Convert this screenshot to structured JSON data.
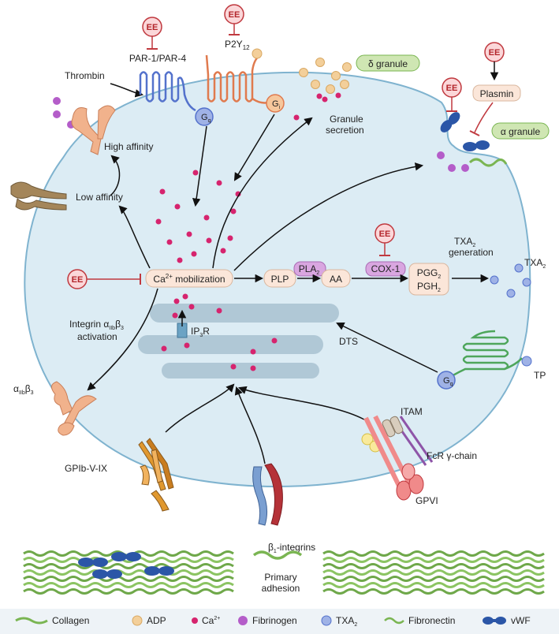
{
  "colors": {
    "cell_fill": "#dcecf4",
    "cell_stroke": "#7fb3cf",
    "ee_fill": "#fbd7d9",
    "ee_stroke": "#c0393f",
    "calcium": "#d6246e",
    "adp": "#f3cf9a",
    "fibrinogen": "#b45dc9",
    "txa2": "#9fb2e6",
    "collagen": "#7ab552",
    "vwf": "#2b56a7",
    "purple_box": "#d9a6e0",
    "green_box": "#cfe6b3",
    "process_box": "#fbe6d9"
  },
  "labels": {
    "ee": "EE",
    "thrombin": "Thrombin",
    "par": "PAR-1/PAR-4",
    "p2y_main": "P2Y",
    "p2y_sub": "12",
    "gq": "G",
    "gq_sub": "q",
    "gi": "G",
    "gi_sub": "i",
    "delta_granule": "δ granule",
    "granule_secretion_1": "Granule",
    "granule_secretion_2": "secretion",
    "plasmin": "Plasmin",
    "alpha_granule": "α granule",
    "high_affinity": "High affinity",
    "low_affinity": "Low affinity",
    "ca_mob_pre": "Ca",
    "ca_mob_sup": "2+",
    "ca_mob_post": " mobilization",
    "plp": "PLP",
    "pla2": "PLA",
    "pla2_sub": "2",
    "aa": "AA",
    "cox1": "COX-1",
    "pgg2": "PGG",
    "pgh2": "PGH",
    "num2": "2",
    "txa2_gen_1": "TXA",
    "txa2_gen_1_sub": "2",
    "txa2_gen_2": "generation",
    "txa2": "TXA",
    "txa2_sub": "2",
    "integrin_act_1": "Integrin α",
    "integrin_act_sub1": "IIb",
    "integrin_act_b": "β",
    "integrin_act_sub2": "3",
    "integrin_act_2": "activation",
    "ip3r": "IP",
    "ip3r_sub": "3",
    "ip3r_post": "R",
    "dts": "DTS",
    "aiib_a": "α",
    "aiib_sub1": "IIb",
    "aiib_b": "β",
    "aiib_sub2": "3",
    "tp": "TP",
    "itam": "ITAM",
    "fcr": "FcR γ-chain",
    "gpvi": "GPVI",
    "gpib": "GPIb-V-IX",
    "b1_pre": "β",
    "b1_sub": "1",
    "b1_post": "-integrins",
    "primary_1": "Primary",
    "primary_2": "adhesion"
  },
  "legend": [
    {
      "name": "legend-collagen",
      "label": "Collagen"
    },
    {
      "name": "legend-adp",
      "label": "ADP"
    },
    {
      "name": "legend-calcium",
      "label": "Ca",
      "sup": "2+"
    },
    {
      "name": "legend-fibrinogen",
      "label": "Fibrinogen"
    },
    {
      "name": "legend-txa2",
      "label": "TXA",
      "sub": "2"
    },
    {
      "name": "legend-fibronectin",
      "label": "Fibronectin"
    },
    {
      "name": "legend-vwf",
      "label": "vWF"
    }
  ]
}
